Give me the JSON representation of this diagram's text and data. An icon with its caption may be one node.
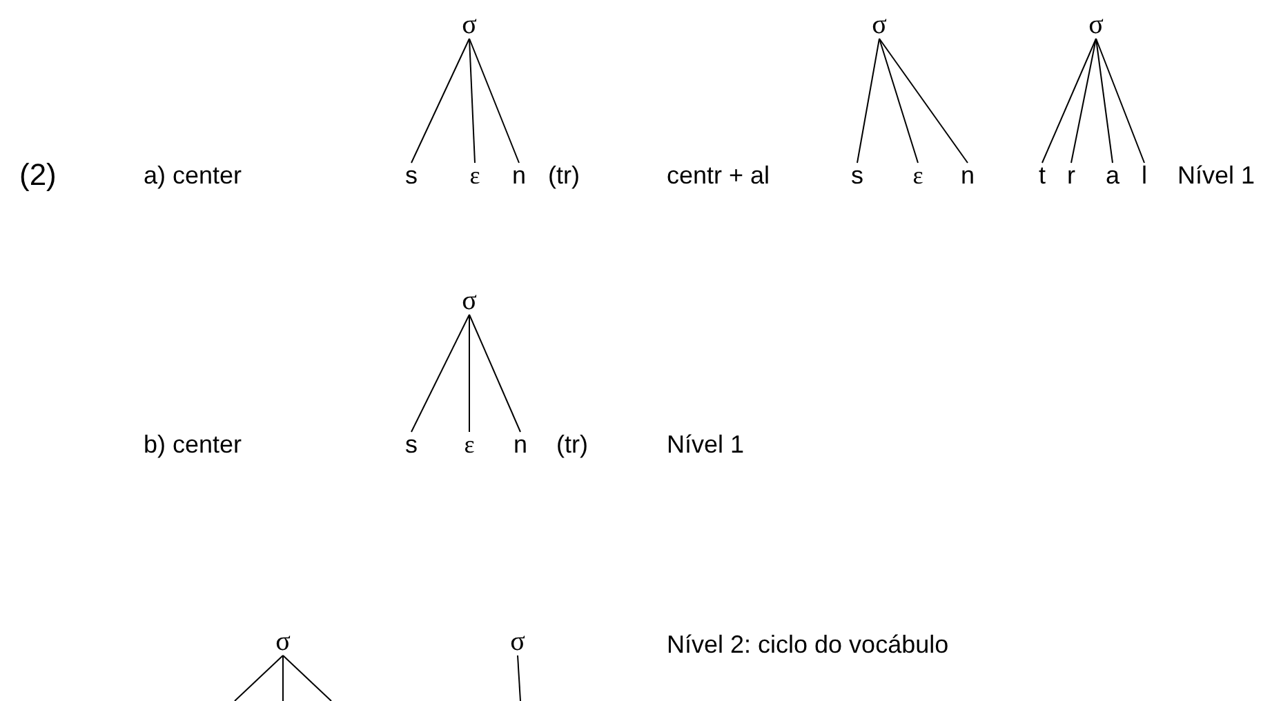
{
  "diagram": {
    "nodes": [
      {
        "text": [
          "σ"
        ]
      },
      {
        "text": [
          "s"
        ]
      },
      {
        "text": [
          "ε"
        ]
      },
      {
        "text": [
          "n"
        ]
      },
      {
        "text": [
          "σ"
        ]
      },
      {
        "text": [
          "s"
        ]
      },
      {
        "text": [
          "ε"
        ]
      },
      {
        "text": [
          "n"
        ]
      },
      {
        "text": [
          "σ"
        ]
      },
      {
        "text": [
          "t"
        ]
      },
      {
        "text": [
          "r"
        ]
      },
      {
        "text": [
          "a"
        ]
      },
      {
        "text": [
          "l"
        ]
      },
      {
        "text": [
          "σ"
        ]
      },
      {
        "text": [
          "s"
        ]
      },
      {
        "text": [
          "ε"
        ]
      },
      {
        "text": [
          "n"
        ]
      },
      {
        "text": [
          "σ"
        ]
      },
      {
        "text": [
          "σ"
        ]
      }
    ],
    "edges": [
      {
        "from": 0,
        "to": 1,
        "arrow": "none"
      },
      {
        "from": 0,
        "to": 2,
        "arrow": "none"
      },
      {
        "from": 0,
        "to": 3,
        "arrow": "none"
      },
      {
        "from": 4,
        "to": 5,
        "arrow": "none"
      },
      {
        "from": 4,
        "to": 6,
        "arrow": "none"
      },
      {
        "from": 4,
        "to": 7,
        "arrow": "none"
      },
      {
        "from": 8,
        "to": 9,
        "arrow": "none"
      },
      {
        "from": 8,
        "to": 10,
        "arrow": "none"
      },
      {
        "from": 8,
        "to": 11,
        "arrow": "none"
      },
      {
        "from": 8,
        "to": 12,
        "arrow": "none"
      },
      {
        "from": 13,
        "to": 14,
        "arrow": "none"
      },
      {
        "from": 13,
        "to": 15,
        "arrow": "none"
      },
      {
        "from": 13,
        "to": 16,
        "arrow": "none"
      },
      {
        "from": 17,
        "to": null,
        "arrow": "none"
      },
      {
        "from": 17,
        "to": null,
        "arrow": "none"
      },
      {
        "from": 17,
        "to": null,
        "arrow": "none"
      },
      {
        "from": 18,
        "to": null,
        "arrow": "none"
      }
    ],
    "labels": [
      "(2)",
      "a) center",
      "(tr)",
      "centr + al",
      "Nível 1",
      "b) center",
      "(tr)",
      "Nível 1",
      "Nível 2: ciclo do vocábulo"
    ]
  }
}
